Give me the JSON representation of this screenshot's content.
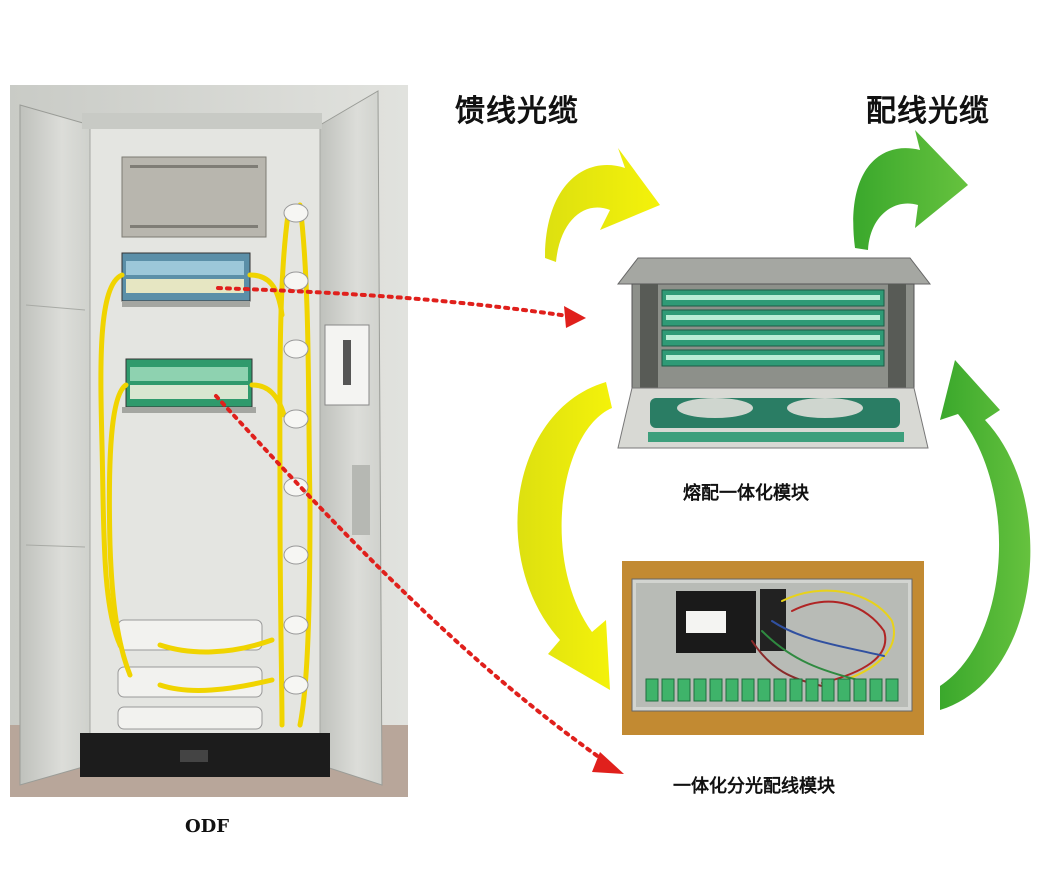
{
  "labels": {
    "feeder_cable": "馈线光缆",
    "distribution_cable": "配线光缆",
    "fusion_module": "熔配一体化模块",
    "splitter_module": "一体化分光配线模块",
    "odf": "ODF"
  },
  "colors": {
    "feeder_arrow": "#e2e600",
    "distribution_arrow": "#4cb52c",
    "pointer_dots": "#e0201c",
    "fiber_yellow": "#f0d400",
    "panel_green": "#2c9a70",
    "cabinet_grey": "#d9dbd6"
  }
}
